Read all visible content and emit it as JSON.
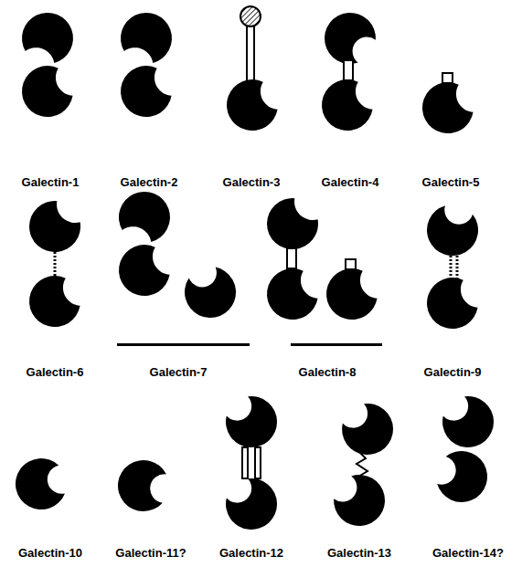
{
  "diagram": {
    "labels": [
      "Galectin-1",
      "Galectin-2",
      "Galectin-3",
      "Galectin-4",
      "Galectin-5",
      "Galectin-6",
      "Galectin-7",
      "Galectin-8",
      "Galectin-9",
      "Galectin-10",
      "Galectin-11?",
      "Galectin-12",
      "Galectin-13",
      "Galectin-14?"
    ]
  }
}
